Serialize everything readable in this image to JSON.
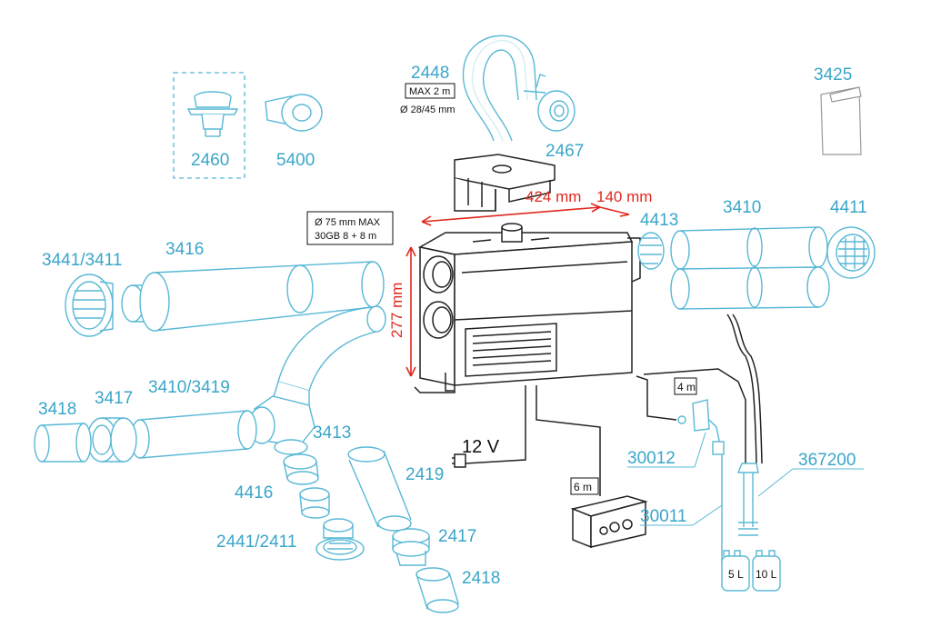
{
  "colors": {
    "accent": "#3aa6c9",
    "dimension": "#e0281e",
    "line": "#222222"
  },
  "parts": {
    "p2448": "2448",
    "p2467": "2467",
    "p3425": "3425",
    "p2460": "2460",
    "p5400": "5400",
    "p3441_3411": "3441/3411",
    "p3416": "3416",
    "p4413": "4413",
    "p3410": "3410",
    "p4411": "4411",
    "p3418": "3418",
    "p3417": "3417",
    "p3410_3419": "3410/3419",
    "p3413": "3413",
    "p4416": "4416",
    "p2419": "2419",
    "p2441_2411": "2441/2411",
    "p2417": "2417",
    "p2418": "2418",
    "p30012": "30012",
    "p30011": "30011",
    "p367200": "367200"
  },
  "notes": {
    "exhaust_max": "MAX 2 m",
    "exhaust_dia": "Ø 28/45 mm",
    "duct_max": "Ø 75 mm MAX",
    "duct_len": "30GB 8 + 8 m",
    "fuel_len": "4 m",
    "panel_len": "6 m",
    "voltage": "12 V",
    "tank_5": "5 L",
    "tank_10": "10 L"
  },
  "dimensions": {
    "width": "424 mm",
    "depth": "140 mm",
    "height": "277 mm"
  }
}
